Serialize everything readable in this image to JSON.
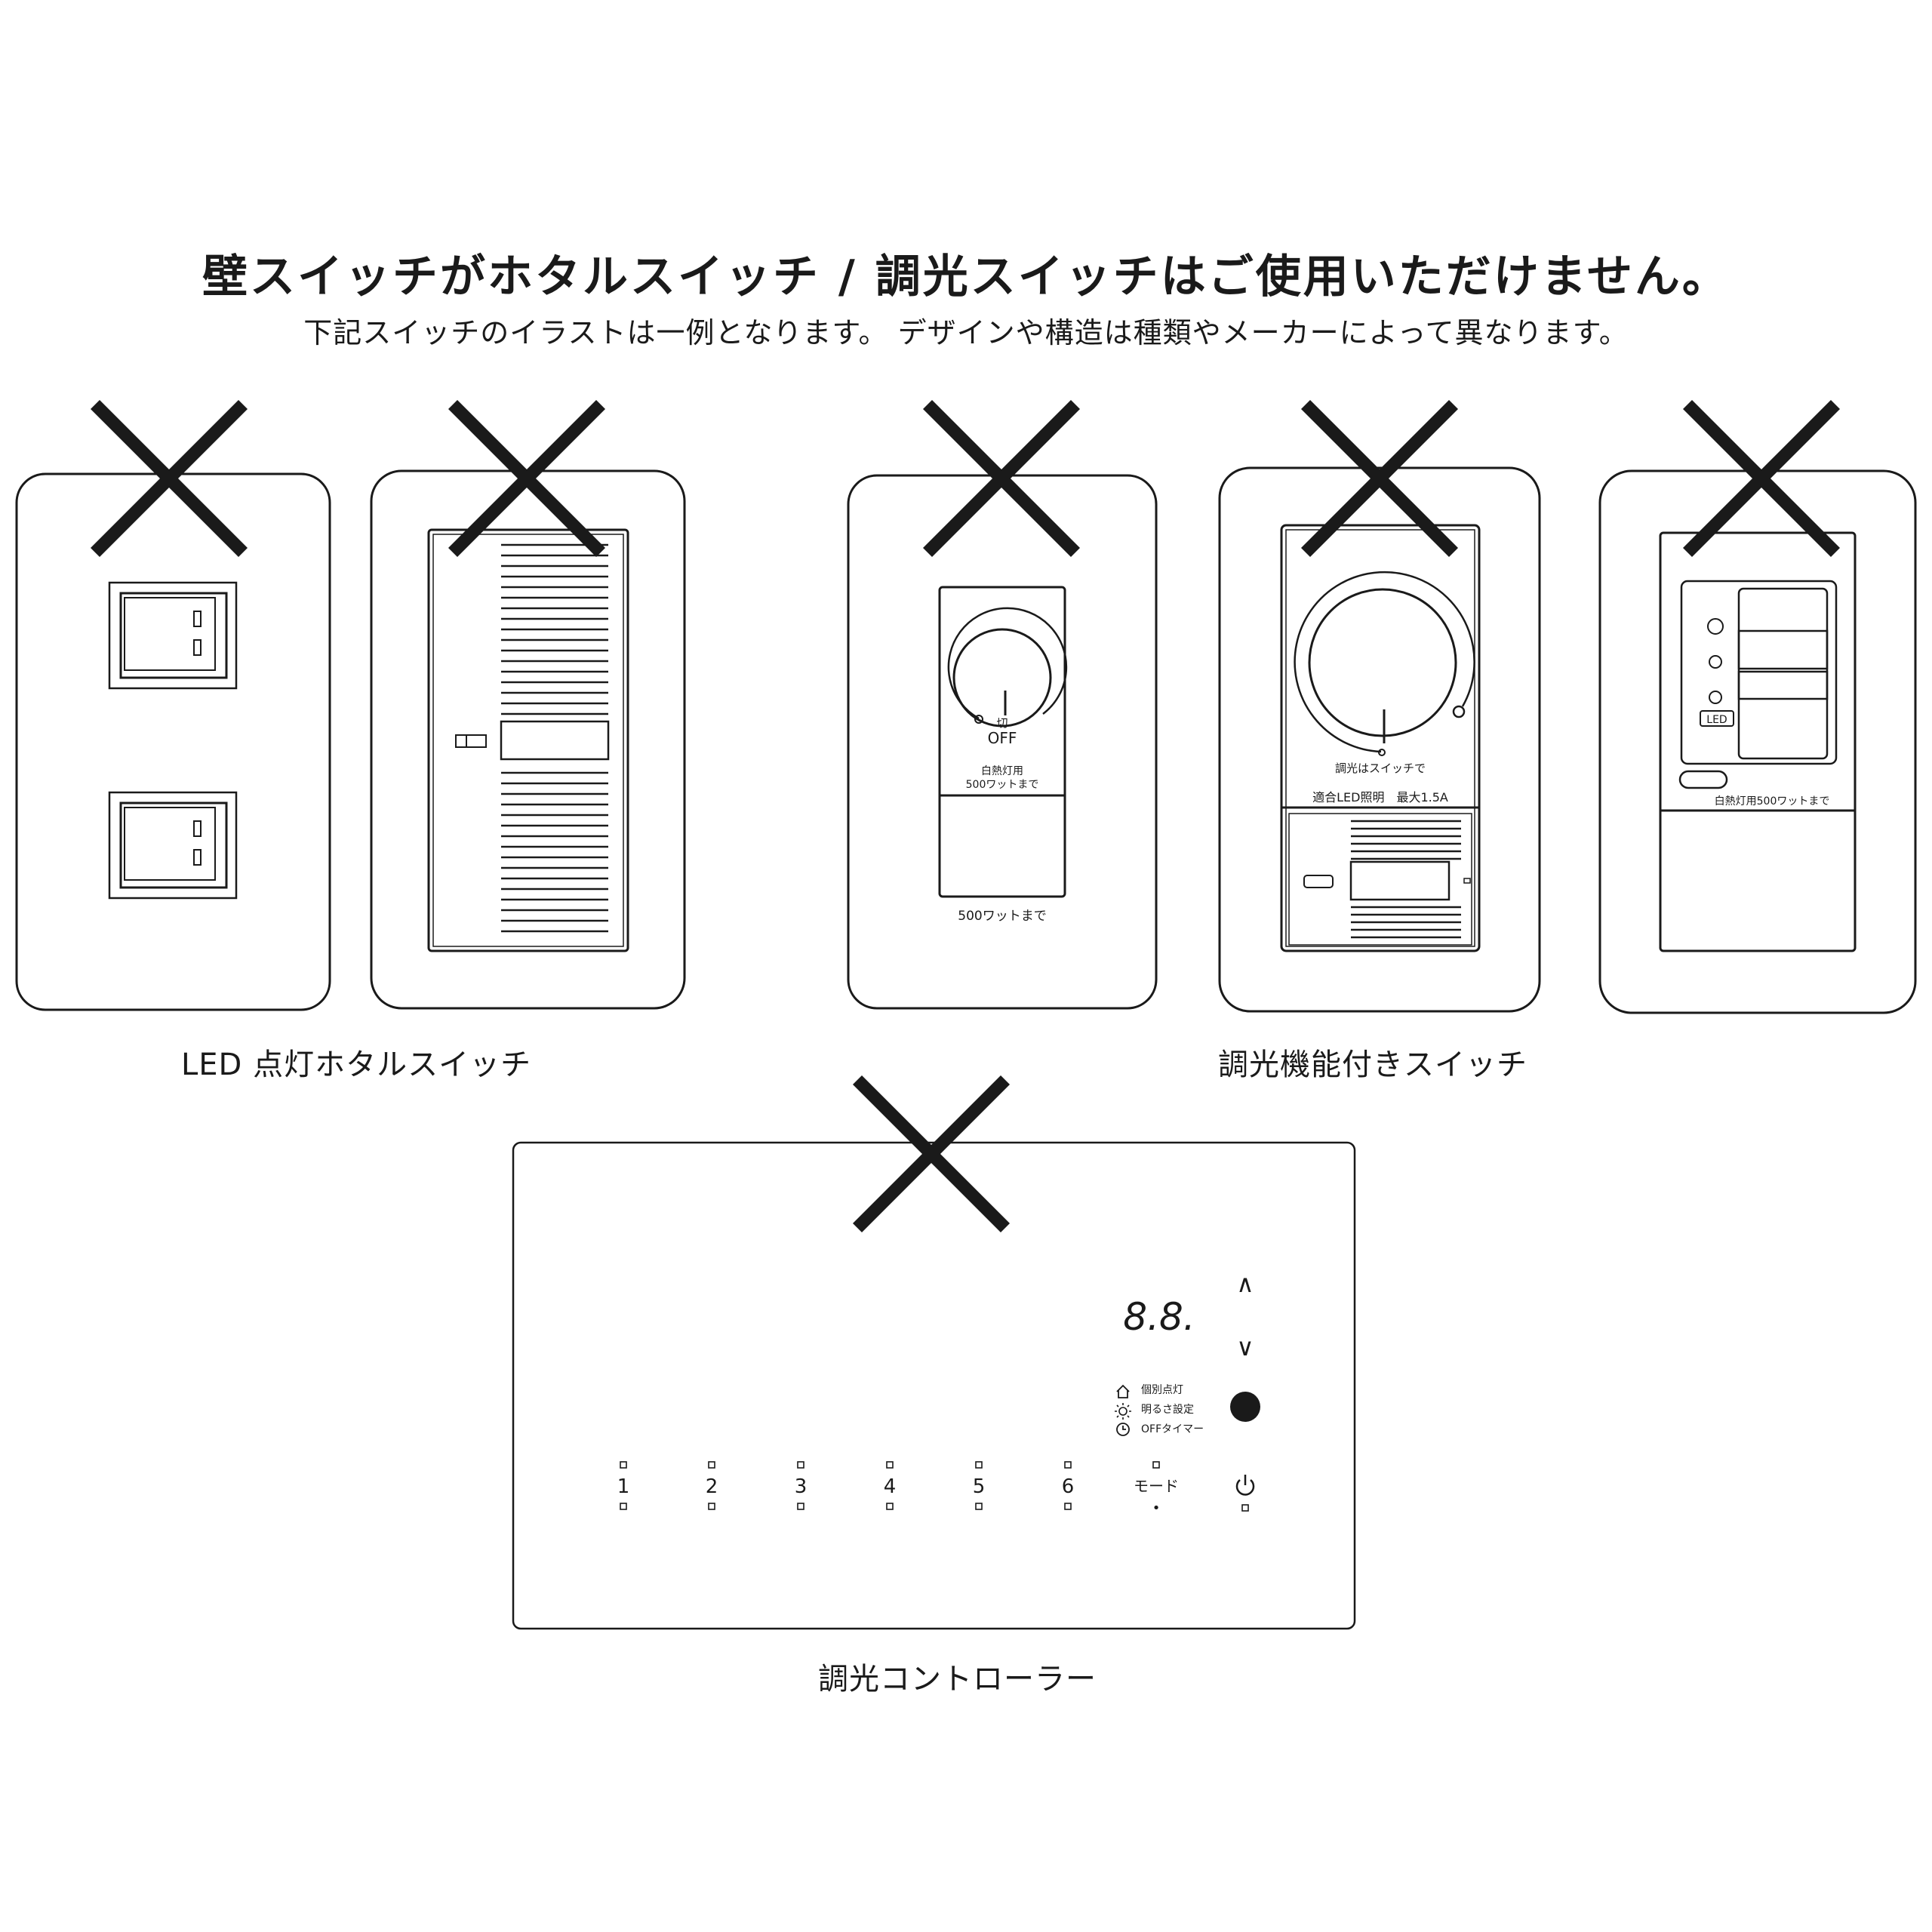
{
  "header": {
    "title": "壁スイッチがホタルスイッチ / 調光スイッチはご使用いただけません。",
    "subtitle": "下記スイッチのイラストは一例となります。 デザインや構造は種類やメーカーによって異なります。"
  },
  "captions": {
    "led_hotaru": "LED 点灯ホタルスイッチ",
    "dimmer_function": "調光機能付きスイッチ",
    "dimmer_controller": "調光コントローラー"
  },
  "dial_switch": {
    "kiri": "切",
    "off": "OFF",
    "rating_line1": "白熱灯用",
    "rating_line2": "500ワットまで",
    "bottom_label": "500ワットまで"
  },
  "large_dimmer": {
    "note": "調光はスイッチで",
    "rating": "適合LED照明　最大1.5A"
  },
  "slide_dimmer": {
    "led_tag": "LED",
    "rating": "白熱灯用500ワットまで"
  },
  "controller": {
    "display": "8.8.",
    "up": "∧",
    "down": "∨",
    "legend": [
      "個別点灯",
      "明るさ設定",
      "OFFタイマー"
    ],
    "channels": [
      "1",
      "2",
      "3",
      "4",
      "5",
      "6",
      "モード"
    ],
    "mode_dot": "•"
  },
  "colors": {
    "line": "#1a1a1a",
    "x_mark": "#1a1a1a",
    "background": "#ffffff"
  }
}
